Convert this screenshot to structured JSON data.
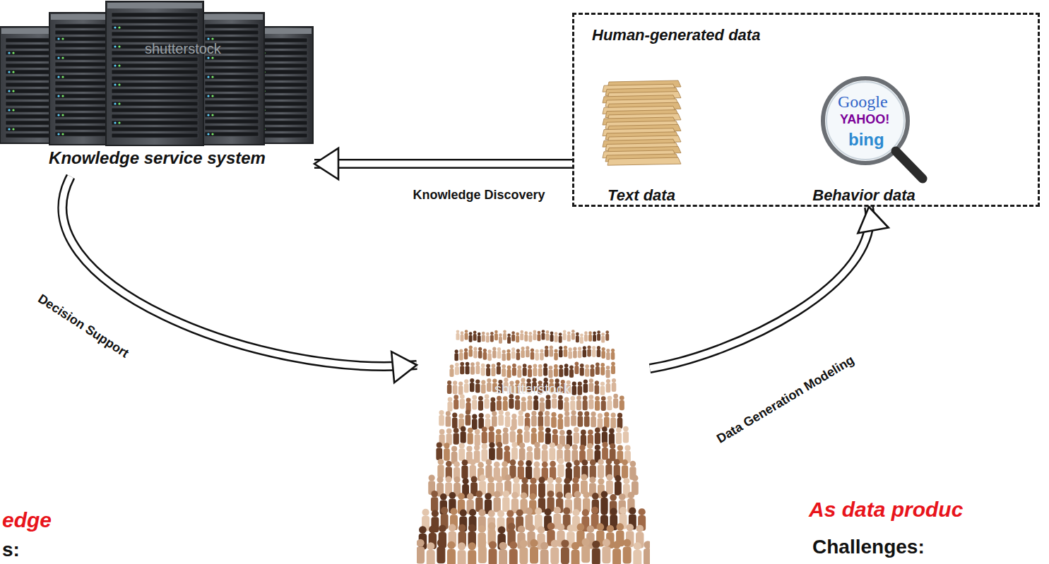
{
  "diagram": {
    "nodes": [
      {
        "text": [
          "Knowledge service system"
        ]
      },
      {
        "text": [
          "Human-generated data"
        ]
      },
      {
        "text": [
          "Text data"
        ],
        "in": 1
      },
      {
        "text": [
          "Behavior data"
        ],
        "in": 1
      },
      {
        "text": []
      }
    ],
    "edges": [
      {
        "from": 1,
        "to": 0,
        "arrow": "to",
        "label": "Knowledge Discovery"
      },
      {
        "from": 0,
        "to": 4,
        "arrow": "to",
        "label": "Decision Support"
      },
      {
        "from": 4,
        "to": 1,
        "arrow": "to",
        "label": "Data Generation Modeling"
      }
    ],
    "labels": [
      "Google",
      "YAHOO!",
      "bing",
      "shutterstock",
      "shutterstock",
      "edge",
      "s:",
      "As data produc",
      "Challenges:"
    ]
  }
}
